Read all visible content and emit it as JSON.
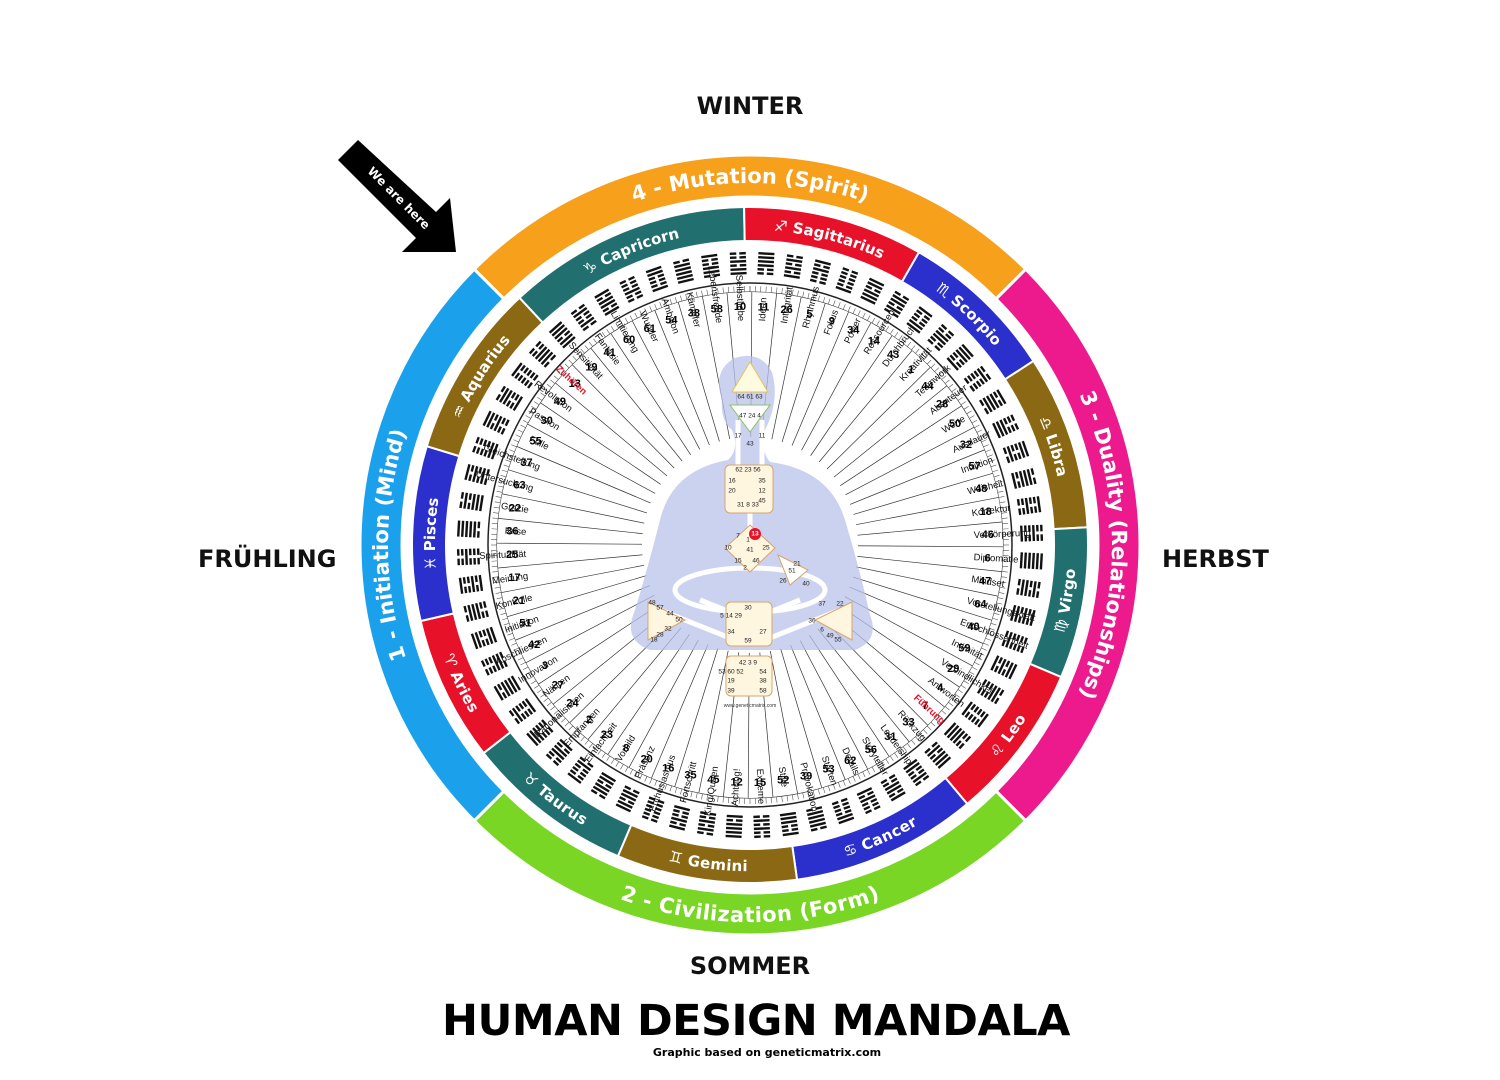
{
  "seasons": {
    "winter": "WINTER",
    "summer": "SOMMER",
    "spring": "FRÜHLING",
    "autumn": "HERBST"
  },
  "title": "HUMAN DESIGN MANDALA",
  "credit": "Graphic based on geneticmatrix.com",
  "arrow_label": "We are here",
  "center_credit": "www.geneticmatrix.com",
  "quarters": [
    {
      "label": "4 - Mutation (Spirit)",
      "color": "#F7A01C",
      "start": -45,
      "end": 45
    },
    {
      "label": "3 - Duality (Relationships)",
      "color": "#EC1A8C",
      "start": 45,
      "end": 135
    },
    {
      "label": "2 - Civilization (Form)",
      "color": "#7AD624",
      "start": 135,
      "end": 225
    },
    {
      "label": "1 - Initiation (Mind)",
      "color": "#1BA1EC",
      "start": 225,
      "end": 315
    }
  ],
  "signs": [
    {
      "label": "Capricorn",
      "glyph": "♑",
      "color": "#226F70",
      "start": -43,
      "end": -1
    },
    {
      "label": "Sagittarius",
      "glyph": "♐",
      "color": "#E8112A",
      "start": -1,
      "end": 30
    },
    {
      "label": "Scorpio",
      "glyph": "♏",
      "color": "#2B2FCB",
      "start": 30,
      "end": 57
    },
    {
      "label": "Libra",
      "glyph": "♎",
      "color": "#8B6914",
      "start": 57,
      "end": 87
    },
    {
      "label": "Virgo",
      "glyph": "♍",
      "color": "#226F70",
      "start": 87,
      "end": 113
    },
    {
      "label": "Leo",
      "glyph": "♌",
      "color": "#E8112A",
      "start": 113,
      "end": 140
    },
    {
      "label": "Cancer",
      "glyph": "♋",
      "color": "#2B2FCB",
      "start": 140,
      "end": 172
    },
    {
      "label": "Gemini",
      "glyph": "♊",
      "color": "#8B6914",
      "start": 172,
      "end": 203
    },
    {
      "label": "Taurus",
      "glyph": "♉",
      "color": "#226F70",
      "start": 203,
      "end": 232
    },
    {
      "label": "Aries",
      "glyph": "♈",
      "color": "#E8112A",
      "start": 232,
      "end": 257
    },
    {
      "label": "Pisces",
      "glyph": "♓",
      "color": "#2B2FCB",
      "start": 257,
      "end": 287
    },
    {
      "label": "Aquarius",
      "glyph": "♒",
      "color": "#8B6914",
      "start": 287,
      "end": 317
    }
  ],
  "gates": [
    {
      "n": "10",
      "w": "Selbstliebe"
    },
    {
      "n": "11",
      "w": "Ideen"
    },
    {
      "n": "26",
      "w": "Integrität"
    },
    {
      "n": "5",
      "w": "Rhythmus"
    },
    {
      "n": "9",
      "w": "Fokus"
    },
    {
      "n": "34",
      "w": "Power"
    },
    {
      "n": "14",
      "w": "Ressourcen"
    },
    {
      "n": "43",
      "w": "Durchbruch"
    },
    {
      "n": "1",
      "w": "Kreativität"
    },
    {
      "n": "44",
      "w": "Teamwork"
    },
    {
      "n": "28",
      "w": "Abenteuer"
    },
    {
      "n": "50",
      "w": "Werte"
    },
    {
      "n": "32",
      "w": "Ausdauer"
    },
    {
      "n": "57",
      "w": "Intuition"
    },
    {
      "n": "48",
      "w": "Weisheit"
    },
    {
      "n": "18",
      "w": "Korrektur"
    },
    {
      "n": "46",
      "w": "Verkörperung"
    },
    {
      "n": "6",
      "w": "Diplomatie"
    },
    {
      "n": "47",
      "w": "Mindset"
    },
    {
      "n": "64",
      "w": "Vorstellungskraft"
    },
    {
      "n": "40",
      "w": "Entschlossenheit"
    },
    {
      "n": "59",
      "w": "Intimität"
    },
    {
      "n": "29",
      "w": "Verbindlichkeit"
    },
    {
      "n": "4",
      "w": "Antworten"
    },
    {
      "n": "7",
      "w": "Führung",
      "hi": true
    },
    {
      "n": "33",
      "w": "Rückzug"
    },
    {
      "n": "31",
      "w": "Leadership"
    },
    {
      "n": "56",
      "w": "Storyteller"
    },
    {
      "n": "62",
      "w": "Details"
    },
    {
      "n": "53",
      "w": "Starten"
    },
    {
      "n": "39",
      "w": "Provokation"
    },
    {
      "n": "52",
      "w": "Stille"
    },
    {
      "n": "15",
      "w": "Extreme"
    },
    {
      "n": "12",
      "w": "Achtung!"
    },
    {
      "n": "45",
      "w": "King/Queen"
    },
    {
      "n": "35",
      "w": "Fortschritt"
    },
    {
      "n": "16",
      "w": "Enthusiasmus"
    },
    {
      "n": "20",
      "w": "Präsenz"
    },
    {
      "n": "8",
      "w": "Vorbild"
    },
    {
      "n": "23",
      "w": "Einfachheit"
    },
    {
      "n": "2",
      "w": "Empfangen"
    },
    {
      "n": "24",
      "w": "Rationalisieren"
    },
    {
      "n": "27",
      "w": "Nähren"
    },
    {
      "n": "3",
      "w": "Innovation"
    },
    {
      "n": "42",
      "w": "Abschliessen"
    },
    {
      "n": "51",
      "w": "Initiation"
    },
    {
      "n": "21",
      "w": "Kontrolle"
    },
    {
      "n": "17",
      "w": "Meinung"
    },
    {
      "n": "25",
      "w": "Spiritualität"
    },
    {
      "n": "36",
      "w": "Krise"
    },
    {
      "n": "22",
      "w": "Grazie"
    },
    {
      "n": "63",
      "w": "Untersuchung"
    },
    {
      "n": "37",
      "w": "Gleichstellung"
    },
    {
      "n": "55",
      "w": "Fülle"
    },
    {
      "n": "30",
      "w": "Passion"
    },
    {
      "n": "49",
      "w": "Revolution"
    },
    {
      "n": "13",
      "w": "Zuhören",
      "hi": true
    },
    {
      "n": "19",
      "w": "Sensitivität"
    },
    {
      "n": "41",
      "w": "Fantasie"
    },
    {
      "n": "60",
      "w": "Limitierung"
    },
    {
      "n": "61",
      "w": "Wunder"
    },
    {
      "n": "54",
      "w": "Ambition"
    },
    {
      "n": "38",
      "w": "Kämpfer"
    },
    {
      "n": "58",
      "w": "Lebensfreude"
    }
  ],
  "bodygraph": [
    {
      "t": "64 61 63"
    },
    {
      "t": "47 24 4"
    },
    {
      "t": "17"
    },
    {
      "t": "11"
    },
    {
      "t": "43"
    },
    {
      "t": "62 23 56"
    },
    {
      "t": "16"
    },
    {
      "t": "35"
    },
    {
      "t": "20"
    },
    {
      "t": "12"
    },
    {
      "t": "45"
    },
    {
      "t": "31 8 33"
    },
    {
      "t": "7"
    },
    {
      "t": "1"
    },
    {
      "t": "13"
    },
    {
      "t": "10"
    },
    {
      "t": "25"
    },
    {
      "t": "15"
    },
    {
      "t": "2"
    },
    {
      "t": "46"
    },
    {
      "t": "21"
    },
    {
      "t": "51"
    },
    {
      "t": "26"
    },
    {
      "t": "40"
    },
    {
      "t": "48"
    },
    {
      "t": "57"
    },
    {
      "t": "44"
    },
    {
      "t": "50"
    },
    {
      "t": "32"
    },
    {
      "t": "28"
    },
    {
      "t": "18"
    },
    {
      "t": "37"
    },
    {
      "t": "22"
    },
    {
      "t": "36"
    },
    {
      "t": "6"
    },
    {
      "t": "49"
    },
    {
      "t": "55"
    },
    {
      "t": "30"
    },
    {
      "t": "5 14 29"
    },
    {
      "t": "34"
    },
    {
      "t": "27"
    },
    {
      "t": "59"
    },
    {
      "t": "42 3 9"
    },
    {
      "t": "53 60 52"
    },
    {
      "t": "54"
    },
    {
      "t": "19"
    },
    {
      "t": "38"
    },
    {
      "t": "39"
    },
    {
      "t": "58"
    },
    {
      "t": "41"
    }
  ],
  "colors": {
    "hexagram": "#111111",
    "ring_line": "#222222",
    "body": "#b9c3ea",
    "center_fill": "#fff6e0",
    "highlight": "#e8112a"
  }
}
